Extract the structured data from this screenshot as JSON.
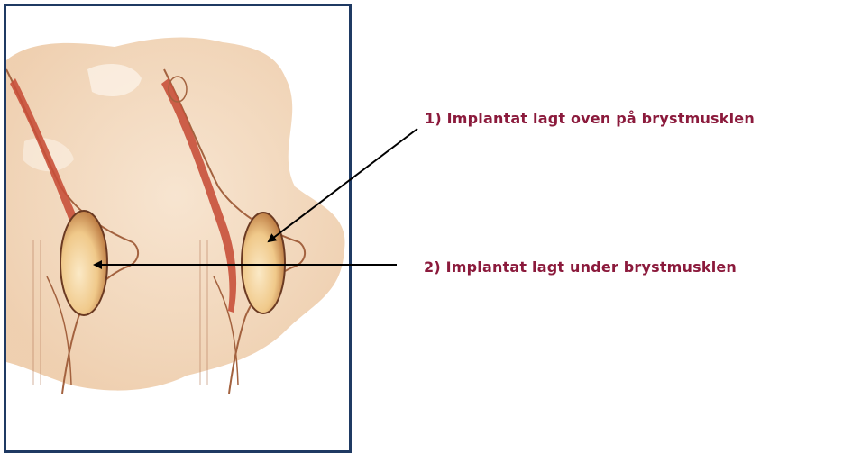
{
  "callouts": [
    {
      "id": 1,
      "text": "1) Implantat lagt oven på brystmusklen"
    },
    {
      "id": 2,
      "text": "2) Implantat lagt under brystmusklen"
    }
  ],
  "colors": {
    "label_text": "#8b1a3c",
    "frame_border": "#1f3a63",
    "background_wash": "#f2d2b0",
    "muscle": "#c8503a",
    "implant": "#f4d49a",
    "arrow": "#000000"
  },
  "icons": [
    "anatomical-illustration"
  ]
}
